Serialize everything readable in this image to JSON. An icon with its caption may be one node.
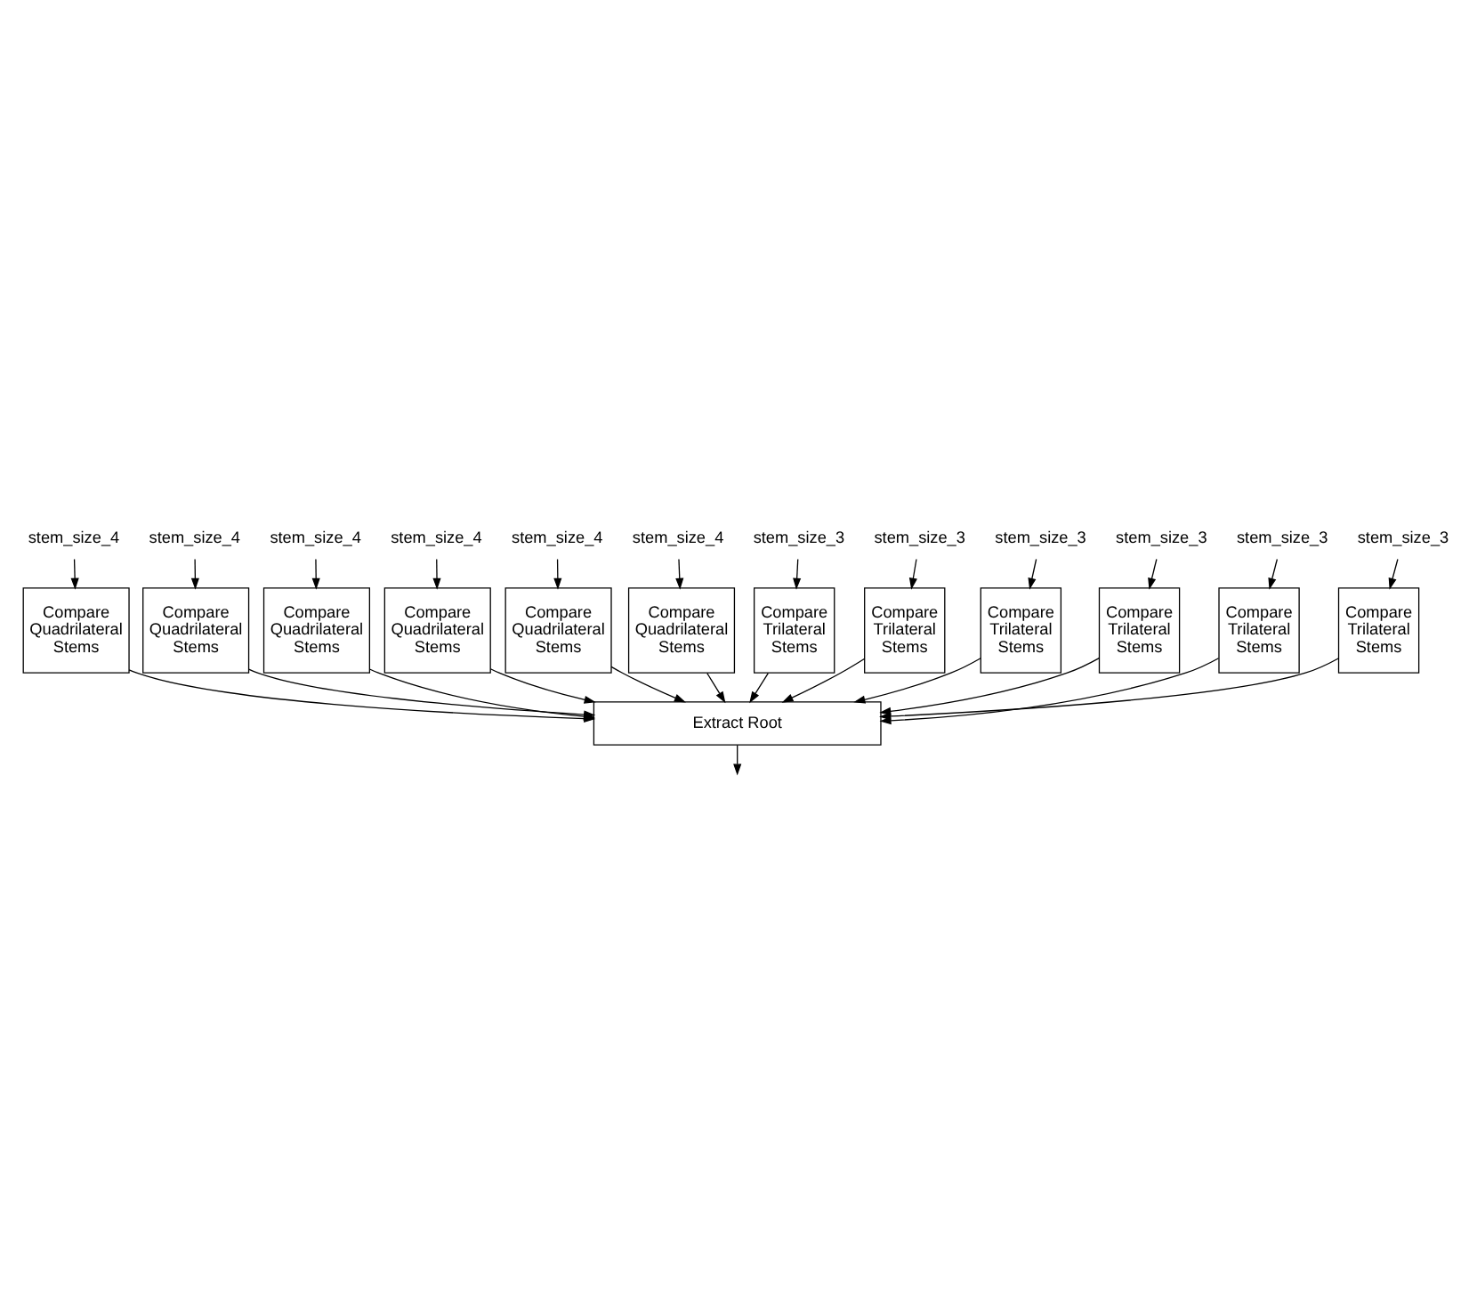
{
  "diagram": {
    "nodes": [
      {
        "text": [
          "stem_size_4"
        ]
      },
      {
        "text": [
          "stem_size_4"
        ]
      },
      {
        "text": [
          "stem_size_4"
        ]
      },
      {
        "text": [
          "stem_size_4"
        ]
      },
      {
        "text": [
          "stem_size_4"
        ]
      },
      {
        "text": [
          "stem_size_4"
        ]
      },
      {
        "text": [
          "stem_size_3"
        ]
      },
      {
        "text": [
          "stem_size_3"
        ]
      },
      {
        "text": [
          "stem_size_3"
        ]
      },
      {
        "text": [
          "stem_size_3"
        ]
      },
      {
        "text": [
          "stem_size_3"
        ]
      },
      {
        "text": [
          "stem_size_3"
        ]
      },
      {
        "text": [
          "Compare Quadrilateral Stems"
        ]
      },
      {
        "text": [
          "Compare Quadrilateral Stems"
        ]
      },
      {
        "text": [
          "Compare Quadrilateral Stems"
        ]
      },
      {
        "text": [
          "Compare Quadrilateral Stems"
        ]
      },
      {
        "text": [
          "Compare Quadrilateral Stems"
        ]
      },
      {
        "text": [
          "Compare Quadrilateral Stems"
        ]
      },
      {
        "text": [
          "Compare Trilateral Stems"
        ]
      },
      {
        "text": [
          "Compare Trilateral Stems"
        ]
      },
      {
        "text": [
          "Compare Trilateral Stems"
        ]
      },
      {
        "text": [
          "Compare Trilateral Stems"
        ]
      },
      {
        "text": [
          "Compare Trilateral Stems"
        ]
      },
      {
        "text": [
          "Compare Trilateral Stems"
        ]
      },
      {
        "text": [
          "Extract Root"
        ]
      }
    ],
    "edges": [
      {
        "from": 0,
        "to": 12,
        "arrow": "to"
      },
      {
        "from": 1,
        "to": 13,
        "arrow": "to"
      },
      {
        "from": 2,
        "to": 14,
        "arrow": "to"
      },
      {
        "from": 3,
        "to": 15,
        "arrow": "to"
      },
      {
        "from": 4,
        "to": 16,
        "arrow": "to"
      },
      {
        "from": 5,
        "to": 17,
        "arrow": "to"
      },
      {
        "from": 6,
        "to": 18,
        "arrow": "to"
      },
      {
        "from": 7,
        "to": 19,
        "arrow": "to"
      },
      {
        "from": 8,
        "to": 20,
        "arrow": "to"
      },
      {
        "from": 9,
        "to": 21,
        "arrow": "to"
      },
      {
        "from": 10,
        "to": 22,
        "arrow": "to"
      },
      {
        "from": 11,
        "to": 23,
        "arrow": "to"
      },
      {
        "from": 12,
        "to": 24,
        "arrow": "to"
      },
      {
        "from": 13,
        "to": 24,
        "arrow": "to"
      },
      {
        "from": 14,
        "to": 24,
        "arrow": "to"
      },
      {
        "from": 15,
        "to": 24,
        "arrow": "to"
      },
      {
        "from": 16,
        "to": 24,
        "arrow": "to"
      },
      {
        "from": 17,
        "to": 24,
        "arrow": "to"
      },
      {
        "from": 18,
        "to": 24,
        "arrow": "to"
      },
      {
        "from": 19,
        "to": 24,
        "arrow": "to"
      },
      {
        "from": 20,
        "to": 24,
        "arrow": "to"
      },
      {
        "from": 21,
        "to": 24,
        "arrow": "to"
      },
      {
        "from": 22,
        "to": 24,
        "arrow": "to"
      },
      {
        "from": 23,
        "to": 24,
        "arrow": "to"
      },
      {
        "from": 24,
        "to": null,
        "arrow": "to"
      }
    ]
  }
}
